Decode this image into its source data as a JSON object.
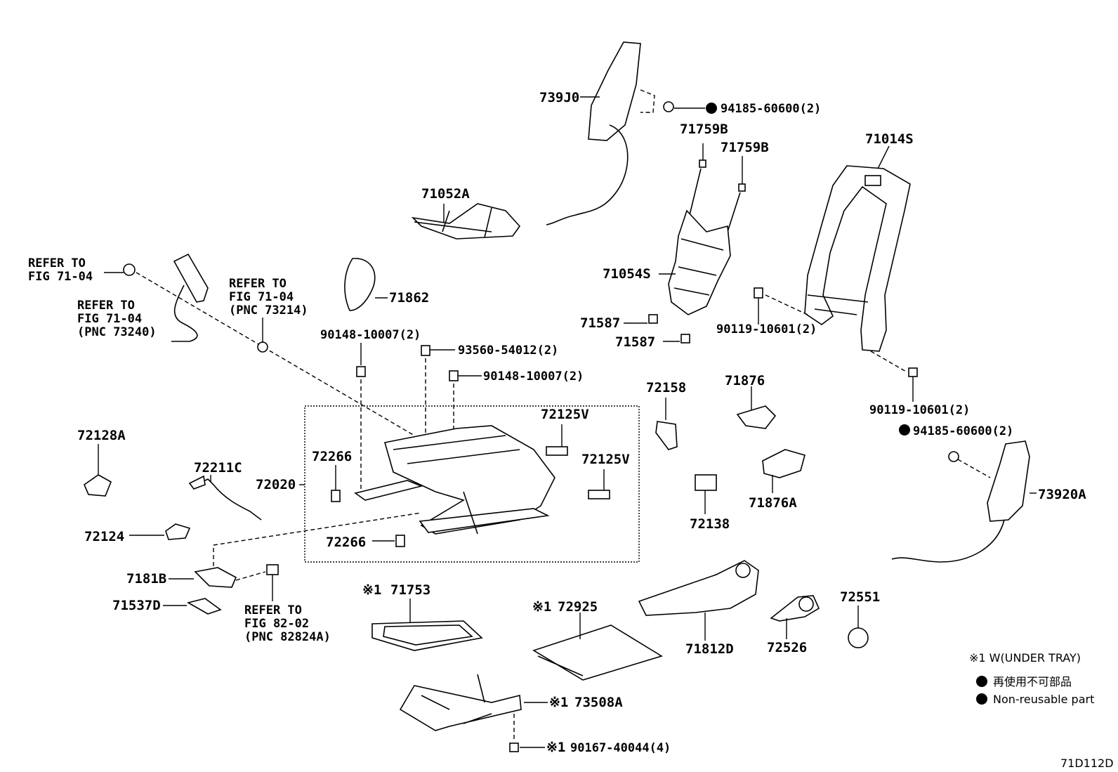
{
  "labels": {
    "p739J0": "739J0",
    "p94185a": "94185-60600(2)",
    "p71759Ba": "71759B",
    "p71759Bb": "71759B",
    "p71014S": "71014S",
    "p71052A": "71052A",
    "ref1_l1": "REFER TO",
    "ref1_l2": "FIG 71-04",
    "ref2_l1": "REFER TO",
    "ref2_l2": "FIG 71-04",
    "ref2_l3": "(PNC 73240)",
    "ref3_l1": "REFER TO",
    "ref3_l2": "FIG 71-04",
    "ref3_l3": "(PNC 73214)",
    "p71862": "71862",
    "p71054S": "71054S",
    "p90119a": "90119-10601(2)",
    "p71587a": "71587",
    "p71587b": "71587",
    "p90148a": "90148-10007(2)",
    "p93560": "93560-54012(2)",
    "p90148b": "90148-10007(2)",
    "p72158": "72158",
    "p71876": "71876",
    "p90119b": "90119-10601(2)",
    "p94185b": "94185-60600(2)",
    "p72128A": "72128A",
    "p72125Va": "72125V",
    "p72266a": "72266",
    "p72211C": "72211C",
    "p72020": "72020",
    "p72125Vb": "72125V",
    "p71876A": "71876A",
    "p73920A": "73920A",
    "p72138": "72138",
    "p72124": "72124",
    "p72266b": "72266",
    "p7181B": "7181B",
    "p71753": "71753",
    "p72551": "72551",
    "p71537D": "71537D",
    "ref4_l1": "REFER TO",
    "ref4_l2": "FIG 82-02",
    "ref4_l3": "(PNC 82824A)",
    "p72925": "72925",
    "p71812D": "71812D",
    "p72526": "72526",
    "p73508A": "73508A",
    "p90167": "90167-40044(4)",
    "mark": "※1"
  },
  "legend": {
    "note": "※1 W(UNDER TRAY)",
    "jp": "再使用不可部品",
    "en": "Non-reusable part"
  },
  "figure_id": "71D112D"
}
